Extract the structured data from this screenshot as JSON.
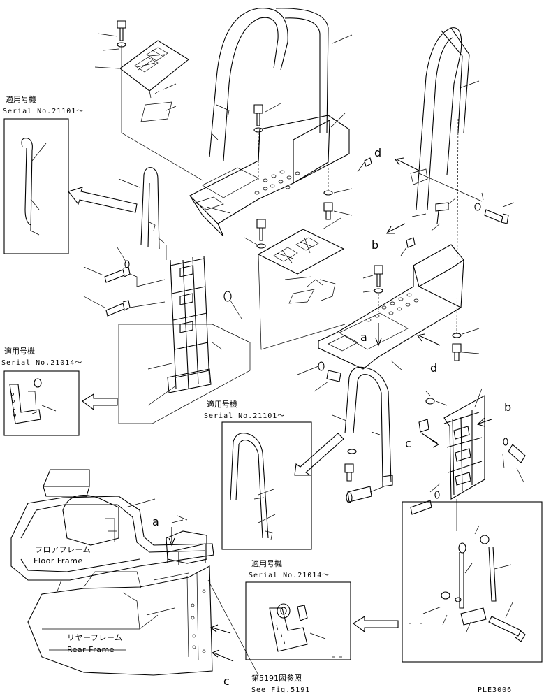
{
  "labels": {
    "serial_jp": "適用号機",
    "serial_a": "Serial No.21101～",
    "serial_b": "Serial No.21014～",
    "floor_jp": "フロアフレーム",
    "floor_en": "Floor Frame",
    "rear_jp": "リヤーフレーム",
    "rear_en": "Rear Frame",
    "see_jp": "第5191図参照",
    "see_en": "See Fig.5191",
    "code": "PLE3006"
  },
  "letters": {
    "a": "a",
    "b": "b",
    "c": "c",
    "d": "d"
  }
}
